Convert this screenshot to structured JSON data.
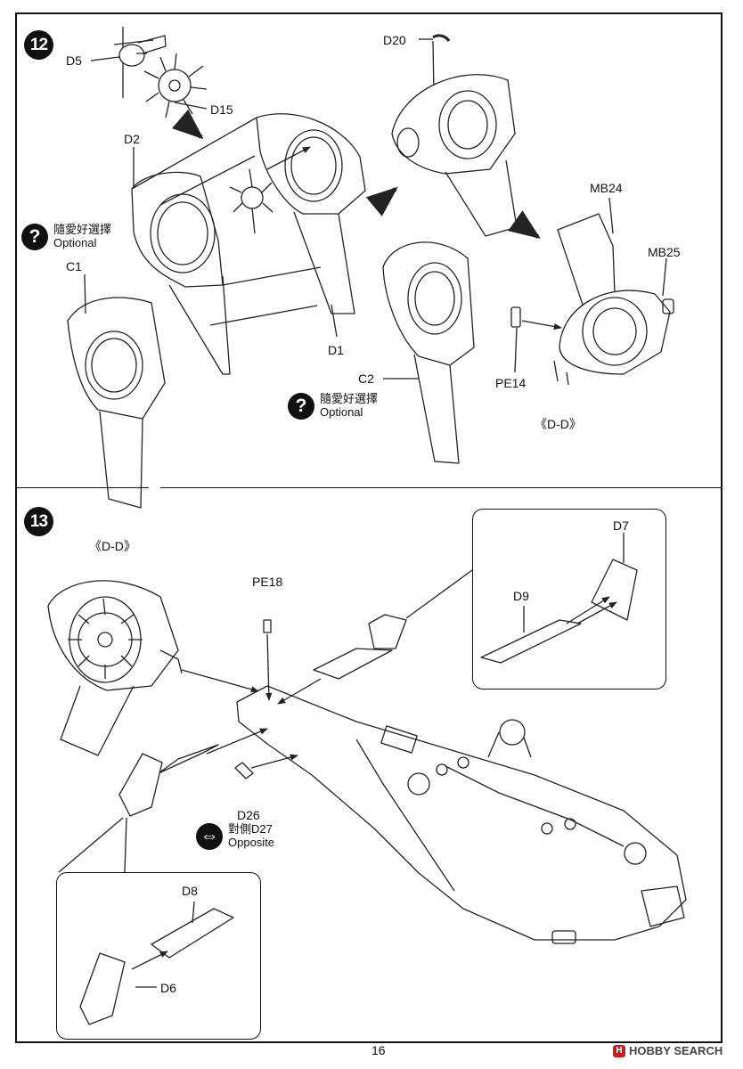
{
  "page": {
    "number": "16"
  },
  "steps": [
    {
      "number": "12"
    },
    {
      "number": "13"
    }
  ],
  "labels": {
    "d5": "D5",
    "d15": "D15",
    "d2": "D2",
    "d20": "D20",
    "mb24": "MB24",
    "mb25": "MB25",
    "c1": "C1",
    "d1": "D1",
    "c2": "C2",
    "pe14": "PE14",
    "dd_step12": "《D-D》",
    "dd_step13": "《D-D》",
    "pe18": "PE18",
    "d7": "D7",
    "d9": "D9",
    "d26": "D26",
    "d8": "D8",
    "d6": "D6"
  },
  "optional": {
    "icon": "?",
    "zh": "隨愛好選擇",
    "en": "Optional"
  },
  "opposite": {
    "icon": "⇔",
    "line1": "對側D27",
    "en": "Opposite"
  },
  "watermark": {
    "logo": "H",
    "text": "HOBBY SEARCH"
  }
}
